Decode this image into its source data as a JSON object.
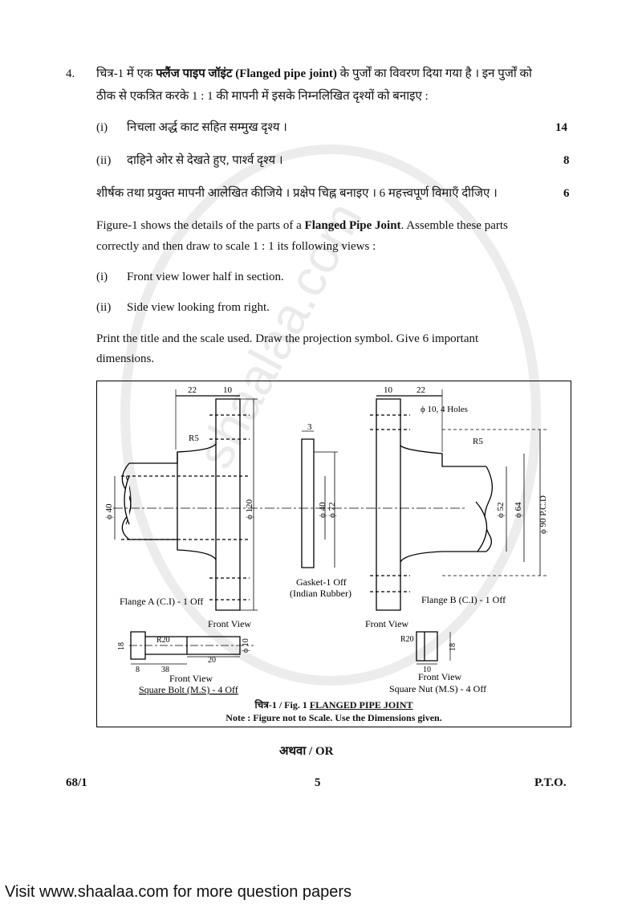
{
  "question": {
    "number": "4.",
    "hindi_line1_pre": "चित्र-1 में एक ",
    "hindi_line1_bold": "फ्लैंज पाइप जॉइंट (Flanged pipe joint)",
    "hindi_line1_post": " के पुर्जों का विवरण दिया गया है । इन पुर्जों को",
    "hindi_line2": "ठीक से एकत्रित करके 1 : 1 की मापनी में इसके निम्नलिखित दृश्यों को बनाइए  :",
    "hindi_items": [
      {
        "num": "(i)",
        "text": "निचला अर्द्ध काट सहित सम्मुख दृश्य ।",
        "marks": "14"
      },
      {
        "num": "(ii)",
        "text": "दाहिने ओर से देखते हुए, पार्श्व दृश्य ।",
        "marks": "8"
      }
    ],
    "hindi_line3": "शीर्षक तथा प्रयुक्त मापनी आलेखित कीजिये । प्रक्षेप चिह्न बनाइए । 6 महत्त्वपूर्ण विमाएँ दीजिए ।",
    "hindi_line3_marks": "6",
    "english_line1_pre": "Figure-1 shows the details of the parts of a ",
    "english_line1_bold": "Flanged Pipe Joint",
    "english_line1_post": ". Assemble these parts",
    "english_line2": "correctly and then draw to scale 1 : 1 its following views :",
    "english_items": [
      {
        "num": "(i)",
        "text": "Front view lower half in section."
      },
      {
        "num": "(ii)",
        "text": "Side view looking from right."
      }
    ],
    "english_line3": "Print the title and the scale used. Draw the projection symbol. Give 6 important",
    "english_line4": "dimensions."
  },
  "figure": {
    "dims": {
      "d22a": "22",
      "d10a": "10",
      "d3": "3",
      "d10b": "10",
      "d22b": "22",
      "r5a": "R5",
      "r5b": "R5",
      "phi40": "ϕ 40",
      "phi120": "ϕ 120",
      "gphi40": "ϕ 40",
      "gphi72": "ϕ 72",
      "holes": "ϕ 10, 4 Holes",
      "phi52": "ϕ 52",
      "phi64": "ϕ 64",
      "phi90": "ϕ 90 P.C.D",
      "r20a": "R20",
      "bolt18": "18",
      "bolt10": "ϕ 10",
      "bolt20": "20",
      "bolt8": "8",
      "bolt38": "38",
      "r20b": "R20",
      "nut18": "18",
      "nut10": "10"
    },
    "labels": {
      "flange_a": "Flange A (C.I) - 1 Off",
      "gasket1": "Gasket-1 Off",
      "gasket2": "(Indian Rubber)",
      "flange_b": "Flange B (C.I) - 1 Off",
      "front_view_a": "Front View",
      "front_view_b": "Front View",
      "bolt_fv": "Front View",
      "bolt_name": "Square Bolt (M.S) - 4 Off",
      "nut_fv": "Front View",
      "nut_name": "Square Nut (M.S) - 4 Off"
    },
    "caption_pre": "चित्र-1 / Fig. 1 ",
    "caption_title": "FLANGED PIPE JOINT",
    "note": "Note : Figure not to Scale. Use the Dimensions given."
  },
  "or_text": "अथवा / OR",
  "footer": {
    "code": "68/1",
    "page": "5",
    "pto": "P.T.O."
  },
  "watermark": "shaalaa.com",
  "visit": "Visit www.shaalaa.com for more question papers"
}
